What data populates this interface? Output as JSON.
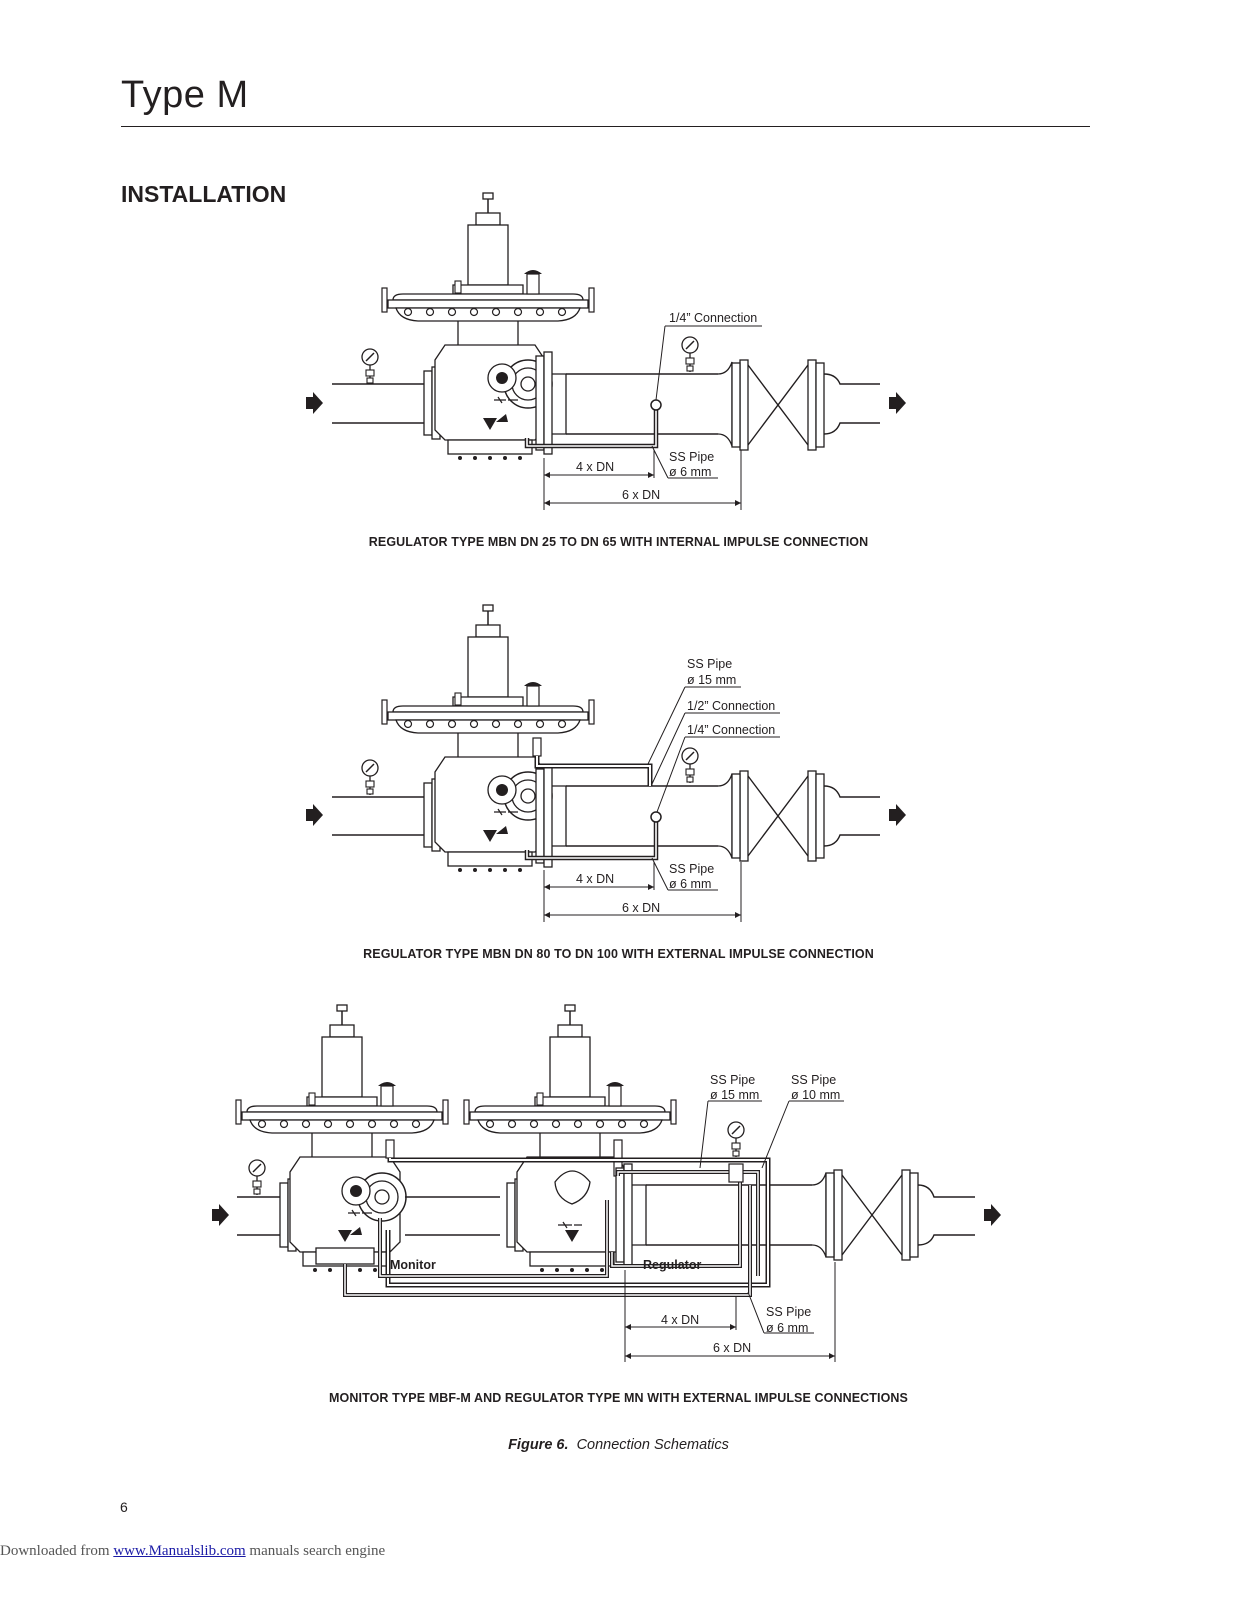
{
  "header": {
    "title": "Type M"
  },
  "section": {
    "heading": "INSTALLATION"
  },
  "figures": [
    {
      "caption": "REGULATOR TYPE MBN DN 25 TO DN 65 WITH INTERNAL IMPULSE CONNECTION",
      "labels": {
        "connection_quarter": "1/4” Connection",
        "ss_pipe": "SS Pipe",
        "ss_pipe_dia": "ø 6 mm",
        "dim_4dn": "4 x DN",
        "dim_6dn": "6 x DN"
      }
    },
    {
      "caption": "REGULATOR TYPE MBN DN 80 TO DN 100 WITH EXTERNAL IMPULSE CONNECTION",
      "labels": {
        "ss_pipe_top": "SS Pipe",
        "ss_pipe_top_dia": "ø 15 mm",
        "connection_half": "1/2” Connection",
        "connection_quarter": "1/4” Connection",
        "ss_pipe": "SS Pipe",
        "ss_pipe_dia": "ø 6 mm",
        "dim_4dn": "4 x DN",
        "dim_6dn": "6 x DN"
      }
    },
    {
      "caption": "MONITOR TYPE MBF-M AND REGULATOR TYPE MN WITH EXTERNAL IMPULSE CONNECTIONS",
      "labels": {
        "ss_pipe_15": "SS Pipe",
        "ss_pipe_15_dia": "ø 15 mm",
        "ss_pipe_10": "SS Pipe",
        "ss_pipe_10_dia": "ø 10 mm",
        "monitor": "Monitor",
        "regulator": "Regulator",
        "ss_pipe_6": "SS Pipe",
        "ss_pipe_6_dia": "ø 6 mm",
        "dim_4dn": "4 x DN",
        "dim_6dn": "6 x DN"
      }
    }
  ],
  "figure_caption": {
    "label": "Figure 6.",
    "text": "Connection Schematics"
  },
  "page_number": "6",
  "footer": {
    "prefix": "Downloaded from ",
    "link": "www.Manualslib.com",
    "suffix": "  manuals search engine"
  }
}
